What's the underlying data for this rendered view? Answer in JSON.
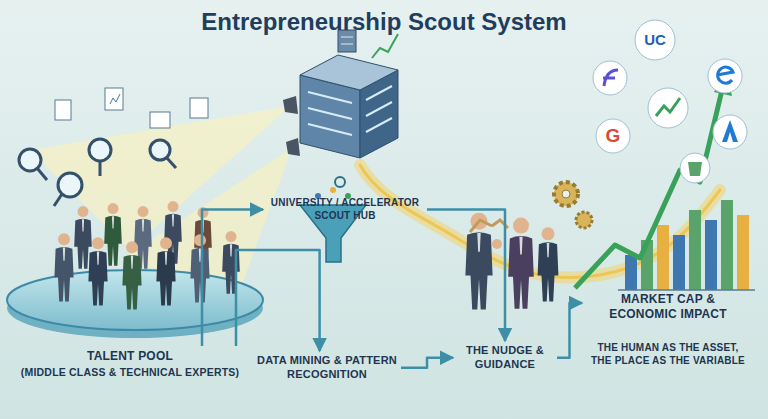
{
  "diagram": {
    "title": "Entrepreneurship Scout System",
    "nodes": [
      {
        "text": [
          "TALENT POOL",
          "(MIDDLE CLASS & TECHNICAL EXPERTS)"
        ]
      },
      {
        "text": [
          "UNIVERSITY / ACCELERATOR SCOUT HUB"
        ]
      },
      {
        "text": [
          "DATA MINING & PATTERN RECOGNITION"
        ]
      },
      {
        "text": [
          "THE NUDGE & GUIDANCE"
        ]
      },
      {
        "text": [
          "MARKET CAP & ECONOMIC IMPACT",
          "THE HUMAN AS THE ASSET, THE PLACE AS THE VARIABLE"
        ]
      }
    ],
    "edges": [
      {
        "from": 0,
        "to": 1,
        "arrow": "to"
      },
      {
        "from": 0,
        "to": 2,
        "arrow": "to"
      },
      {
        "from": 1,
        "to": 3,
        "arrow": "to"
      },
      {
        "from": 2,
        "to": 3,
        "arrow": "to"
      },
      {
        "from": 3,
        "to": 4,
        "arrow": "to"
      }
    ],
    "labels": [
      "UC",
      "G"
    ]
  }
}
